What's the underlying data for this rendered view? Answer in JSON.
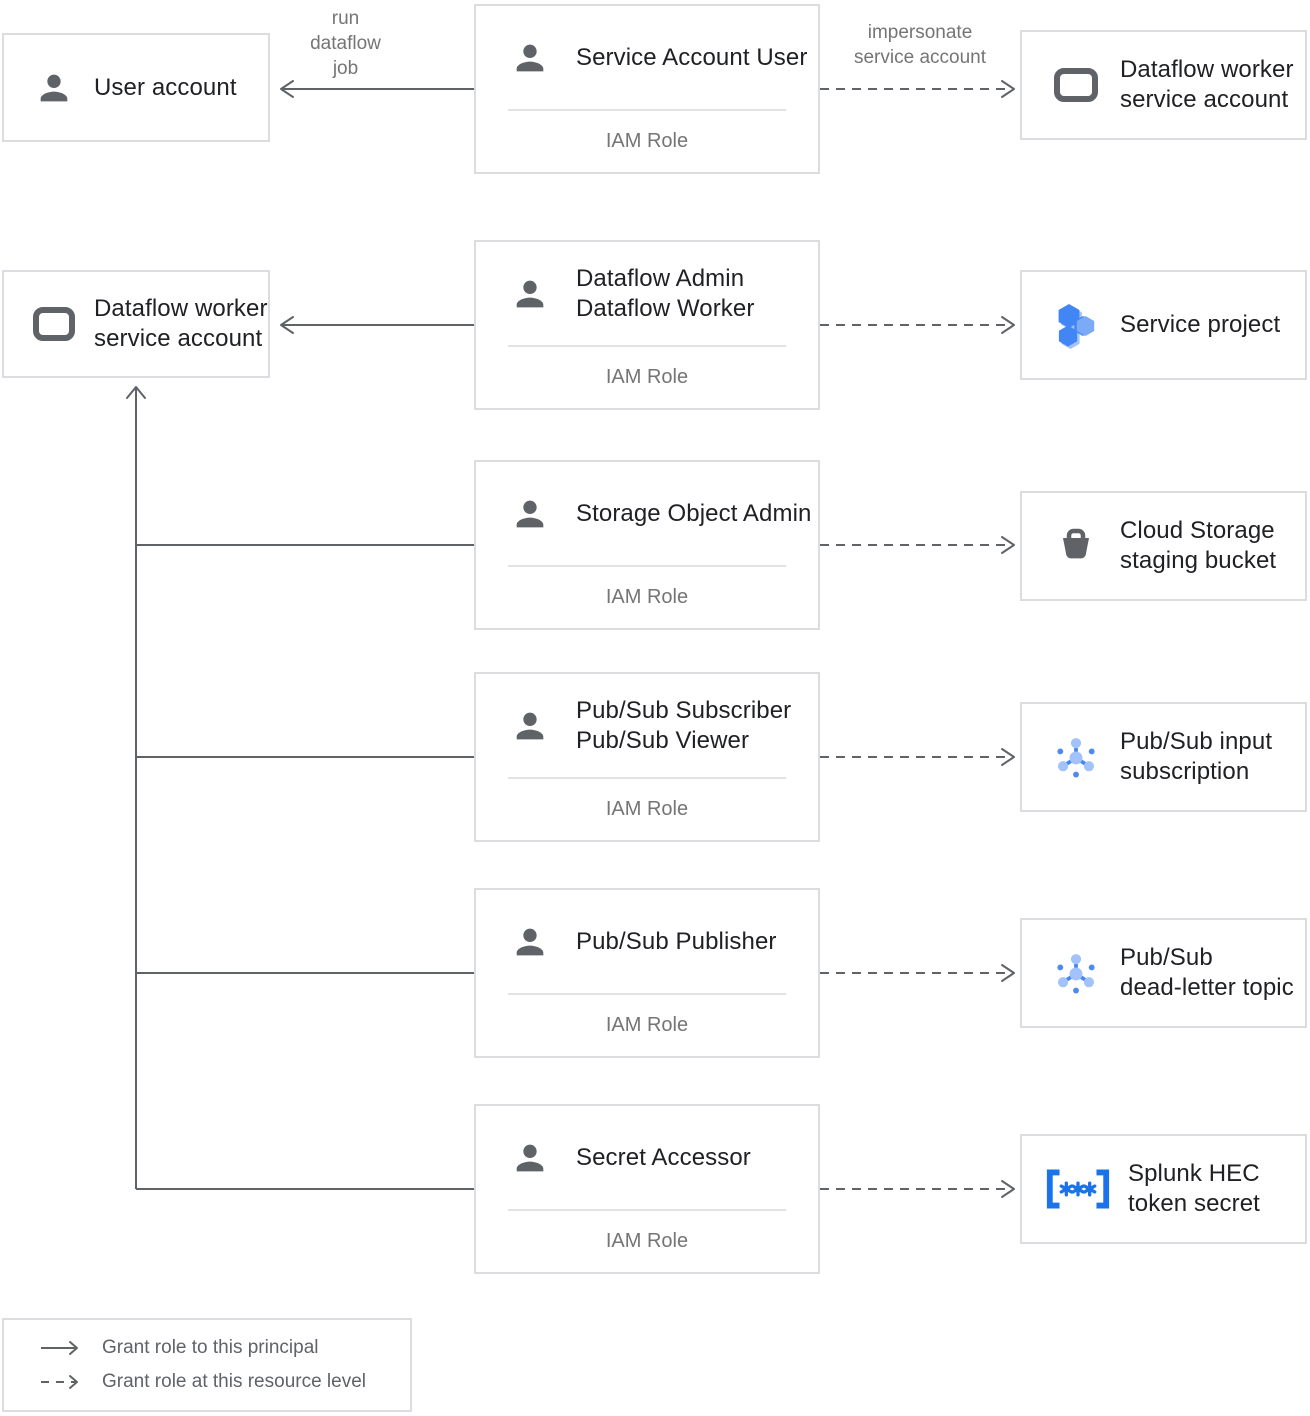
{
  "edge_labels": {
    "run_dataflow_job": "run\ndataflow\njob",
    "impersonate_service_account": "impersonate\nservice account"
  },
  "actors": [
    {
      "title": "User account",
      "icon": "person-icon"
    },
    {
      "title": "Dataflow worker\nservice account",
      "icon": "service-account-icon"
    }
  ],
  "role_boxes": [
    {
      "title": "Service Account User",
      "subtitle": "IAM Role",
      "icon": "person-icon"
    },
    {
      "title": "Dataflow Admin\nDataflow Worker",
      "subtitle": "IAM Role",
      "icon": "person-icon"
    },
    {
      "title": "Storage Object Admin",
      "subtitle": "IAM Role",
      "icon": "person-icon"
    },
    {
      "title": "Pub/Sub Subscriber\nPub/Sub Viewer",
      "subtitle": "IAM Role",
      "icon": "person-icon"
    },
    {
      "title": "Pub/Sub Publisher",
      "subtitle": "IAM Role",
      "icon": "person-icon"
    },
    {
      "title": "Secret Accessor",
      "subtitle": "IAM Role",
      "icon": "person-icon"
    }
  ],
  "resources": [
    {
      "title": "Dataflow worker\nservice account",
      "icon": "service-account-icon"
    },
    {
      "title": "Service project",
      "icon": "project-icon"
    },
    {
      "title": "Cloud Storage\nstaging bucket",
      "icon": "storage-bucket-icon"
    },
    {
      "title": "Pub/Sub input\nsubscription",
      "icon": "pubsub-icon"
    },
    {
      "title": "Pub/Sub\ndead-letter topic",
      "icon": "pubsub-icon"
    },
    {
      "title": "Splunk HEC\ntoken secret",
      "icon": "secret-icon"
    }
  ],
  "legend": {
    "solid_label": "Grant role to this principal",
    "dashed_label": "Grant role at this resource level"
  },
  "colors": {
    "box_border": "#dadce0",
    "connector_line": "#5f6368",
    "title_text": "#202124",
    "muted_text": "#757575",
    "icon_gray": "#5f6368",
    "google_blue": "#4285f4",
    "light_blue": "#a1c2fa",
    "mid_blue": "#7baaf7",
    "secret_blue": "#1a73e8"
  }
}
